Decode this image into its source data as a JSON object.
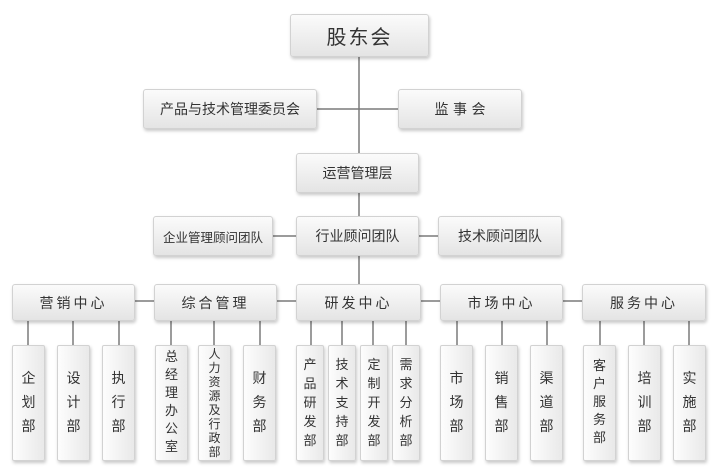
{
  "top": {
    "shareholders": "股东会"
  },
  "level2": {
    "committee": "产品与技术管理委员会",
    "supervisory": "监 事 会"
  },
  "level3": {
    "operations": "运营管理层"
  },
  "level4": {
    "enterprise": "企业管理顾问团队",
    "industry": "行业顾问团队",
    "tech": "技术顾问团队"
  },
  "centers": [
    {
      "label": "营销中心",
      "depts": [
        "企划部",
        "设计部",
        "执行部"
      ]
    },
    {
      "label": "综合管理",
      "depts": [
        "总经理办公室",
        "人力资源及行政部",
        "财务部"
      ]
    },
    {
      "label": "研发中心",
      "depts": [
        "产品研发部",
        "技术支持部",
        "定制开发部",
        "需求分析部"
      ]
    },
    {
      "label": "市场中心",
      "depts": [
        "市场部",
        "销售部",
        "渠道部"
      ]
    },
    {
      "label": "服务中心",
      "depts": [
        "客户服务部",
        "培训部",
        "实施部"
      ]
    }
  ]
}
